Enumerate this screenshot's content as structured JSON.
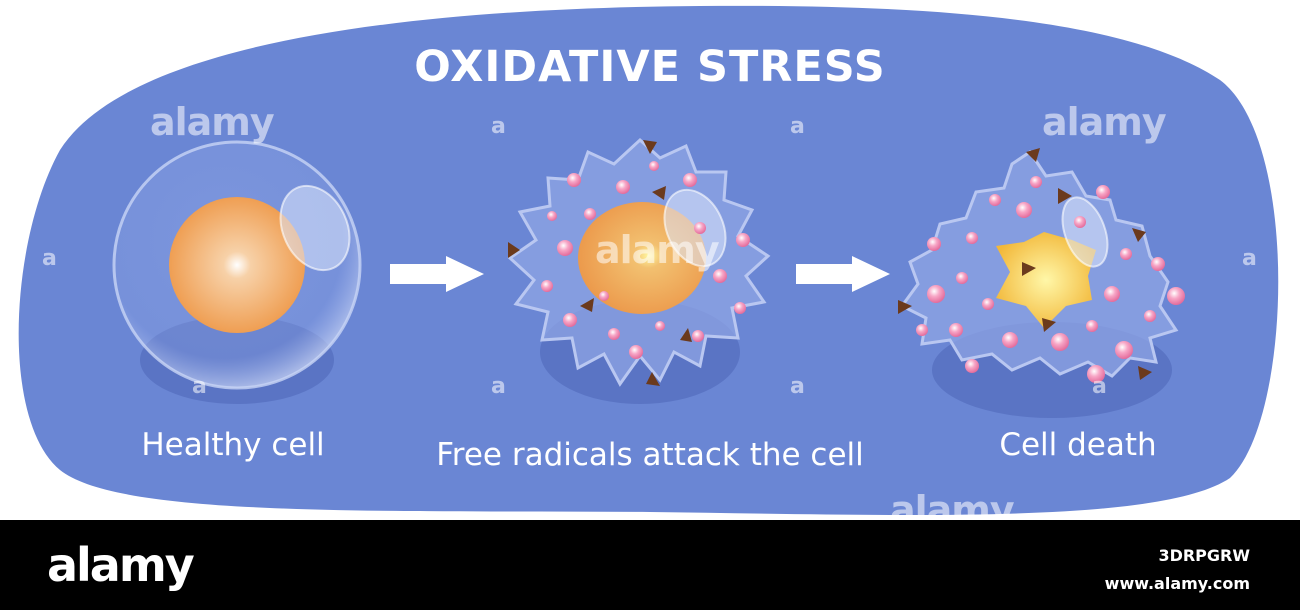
{
  "diagram": {
    "title": "OXIDATIVE  STRESS",
    "stages": [
      {
        "label": "Healthy cell"
      },
      {
        "label": "Free radicals attack the cell"
      },
      {
        "label": "Cell death"
      }
    ]
  },
  "watermark": {
    "text": "alamy",
    "small_text": "a"
  },
  "footer": {
    "logo": "alamy",
    "image_id": "3DRPGRW",
    "url": "www.alamy.com"
  },
  "colors": {
    "background": "#6a86d4",
    "nucleus": "#f0a255",
    "dying_nucleus": "#f3c53a",
    "free_radical": "#f48fb5",
    "radical_triangle": "#6b3a1d",
    "arrow": "#ffffff",
    "footer": "#000000"
  }
}
